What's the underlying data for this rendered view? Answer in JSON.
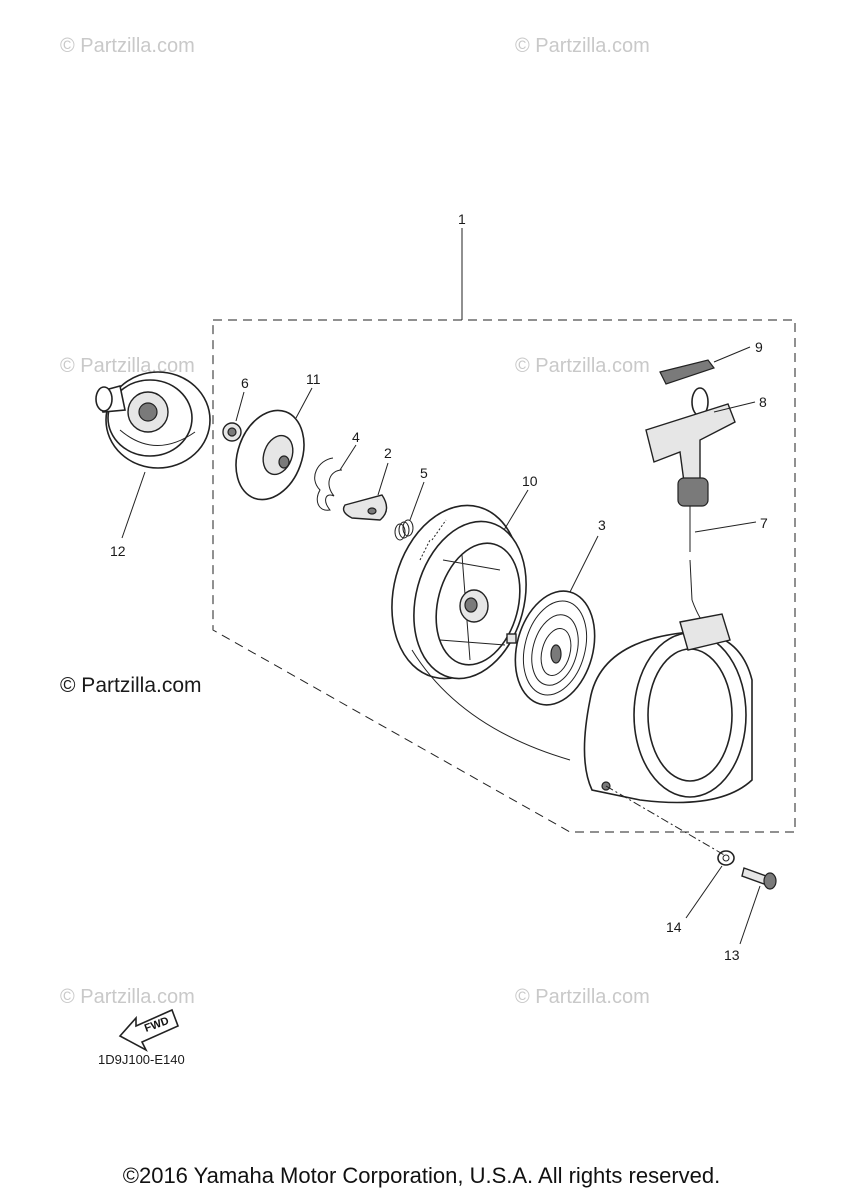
{
  "watermark": {
    "text": "© Partzilla.com",
    "bold_text": "© Partzilla.com"
  },
  "callouts": {
    "c1": "1",
    "c2": "2",
    "c3": "3",
    "c4": "4",
    "c5": "5",
    "c6": "6",
    "c7": "7",
    "c8": "8",
    "c9": "9",
    "c10": "10",
    "c11": "11",
    "c12": "12",
    "c13": "13",
    "c14": "14"
  },
  "fwd_label": "FWD",
  "diagram_code": "1D9J100-E140",
  "copyright": "©2016 Yamaha Motor Corporation, U.S.A. All rights reserved."
}
